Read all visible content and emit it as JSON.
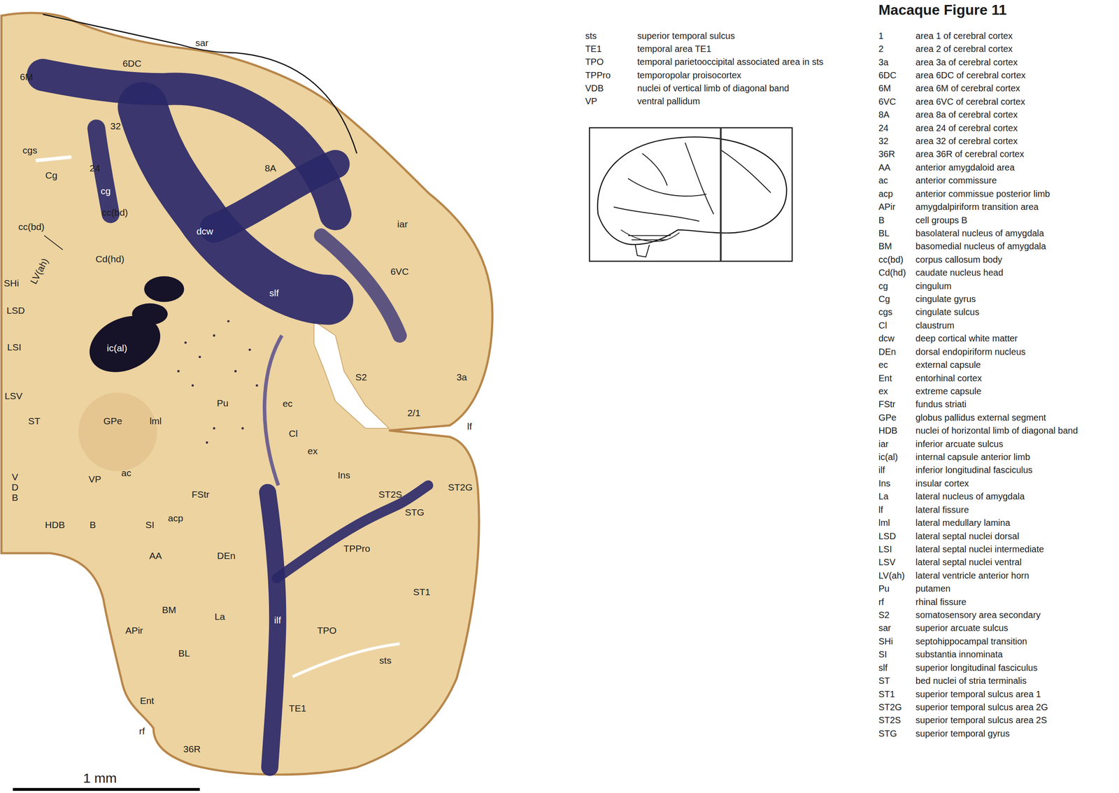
{
  "diagram": {
    "title": "Macaque Figure 11",
    "labels": [
      "sar",
      "6DC",
      "6M",
      "32",
      "cgs",
      "24",
      "8A",
      "Cg",
      "cg",
      "cc(bd)",
      "cc(bd)",
      "iar",
      "dcw",
      "Cd(hd)",
      "LV(ah)",
      "6VC",
      "SHi",
      "slf",
      "LSD",
      "LSI",
      "ic(al)",
      "S2",
      "3a",
      "LSV",
      "Pu",
      "ec",
      "2/1",
      "ST",
      "GPe",
      "lml",
      "lf",
      "Cl",
      "ex",
      "ac",
      "Ins",
      "VDB",
      "VP",
      "ST2G",
      "FStr",
      "ST2S",
      "STG",
      "acp",
      "HDB",
      "B",
      "SI",
      "TPPro",
      "AA",
      "DEn",
      "ST1",
      "BM",
      "La",
      "ilf",
      "APir",
      "TPO",
      "BL",
      "sts",
      "Ent",
      "TE1",
      "rf",
      "36R",
      "1 mm",
      "sts",
      "superior temporal sulcus",
      "TE1",
      "temporal area TE1",
      "TPO",
      "temporal parietooccipital associated area in sts",
      "TPPro",
      "temporopolar proisocortex",
      "VDB",
      "nuclei of vertical limb of diagonal band",
      "VP",
      "ventral pallidum",
      "1",
      "area 1 of cerebral cortex",
      "2",
      "area 2 of cerebral cortex",
      "3a",
      "area 3a of cerebral cortex",
      "6DC",
      "area 6DC of cerebral cortex",
      "6M",
      "area 6M of cerebral cortex",
      "6VC",
      "area 6VC of cerebral cortex",
      "8A",
      "area 8a of cerebral cortex",
      "24",
      "area 24 of cerebral cortex",
      "32",
      "area 32 of cerebral cortex",
      "36R",
      "area 36R of cerebral cortex",
      "AA",
      "anterior amygdaloid area",
      "ac",
      "anterior commissure",
      "acp",
      "anterior commissue posterior limb",
      "APir",
      "amygdalpiriform transition area",
      "B",
      "cell groups B",
      "BL",
      "basolateral nucleus of amygdala",
      "BM",
      "basomedial nucleus of amygdala",
      "cc(bd)",
      "corpus callosum body",
      "Cd(hd)",
      "caudate nucleus head",
      "cg",
      "cingulum",
      "Cg",
      "cingulate gyrus",
      "cgs",
      "cingulate sulcus",
      "Cl",
      "claustrum",
      "dcw",
      "deep cortical white matter",
      "DEn",
      "dorsal endopiriform nucleus",
      "ec",
      "external capsule",
      "Ent",
      "entorhinal cortex",
      "ex",
      "extreme capsule",
      "FStr",
      "fundus striati",
      "GPe",
      "globus pallidus external segment",
      "HDB",
      "nuclei of horizontal limb of diagonal band",
      "iar",
      "inferior arcuate sulcus",
      "ic(al)",
      "internal capsule anterior limb",
      "ilf",
      "inferior longitudinal fasciculus",
      "Ins",
      "insular cortex",
      "La",
      "lateral nucleus of amygdala",
      "lf",
      "lateral fissure",
      "lml",
      "lateral medullary lamina",
      "LSD",
      "lateral septal nuclei dorsal",
      "LSI",
      "lateral septal nuclei intermediate",
      "LSV",
      "lateral septal nuclei ventral",
      "LV(ah)",
      "lateral ventricle anterior horn",
      "Pu",
      "putamen",
      "rf",
      "rhinal fissure",
      "S2",
      "somatosensory area secondary",
      "sar",
      "superior arcuate sulcus",
      "SHi",
      "septohippocampal transition",
      "SI",
      "substantia innominata",
      "slf",
      "superior longitudinal fasciculus",
      "ST",
      "bed nuclei of stria terminalis",
      "ST1",
      "superior temporal sulcus area 1",
      "ST2G",
      "superior temporal sulcus area 2G",
      "ST2S",
      "superior temporal sulcus area 2S",
      "STG",
      "superior temporal gyrus"
    ]
  }
}
